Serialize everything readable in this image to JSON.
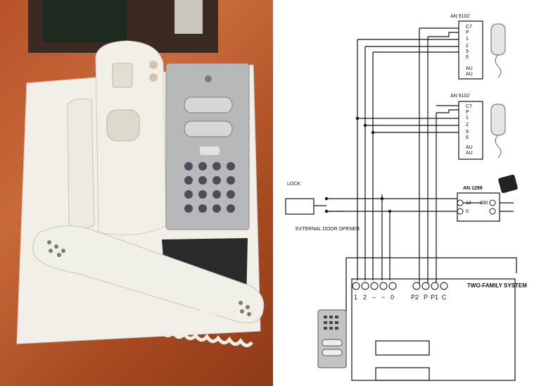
{
  "unit_top": {
    "model": "AN 9102",
    "terminals": [
      "C7",
      "P",
      "1",
      "2",
      "9",
      "6",
      "AU",
      "AU"
    ]
  },
  "unit_mid": {
    "model": "AN 9102",
    "terminals": [
      "C7",
      "P",
      "1",
      "2",
      "9",
      "6",
      "AU",
      "AU"
    ]
  },
  "power": {
    "model": "AN 1299",
    "in_12": "12",
    "in_0": "0",
    "mains": "230"
  },
  "labels": {
    "lock": "LOCK",
    "door_opener": "EXTERNAL DOOR OPENER",
    "system": "TWO-FAMILY SYSTEM"
  },
  "panel_terminals": [
    "1",
    "2",
    "–",
    "~",
    "0",
    "P2",
    "P",
    "P1",
    "C"
  ]
}
